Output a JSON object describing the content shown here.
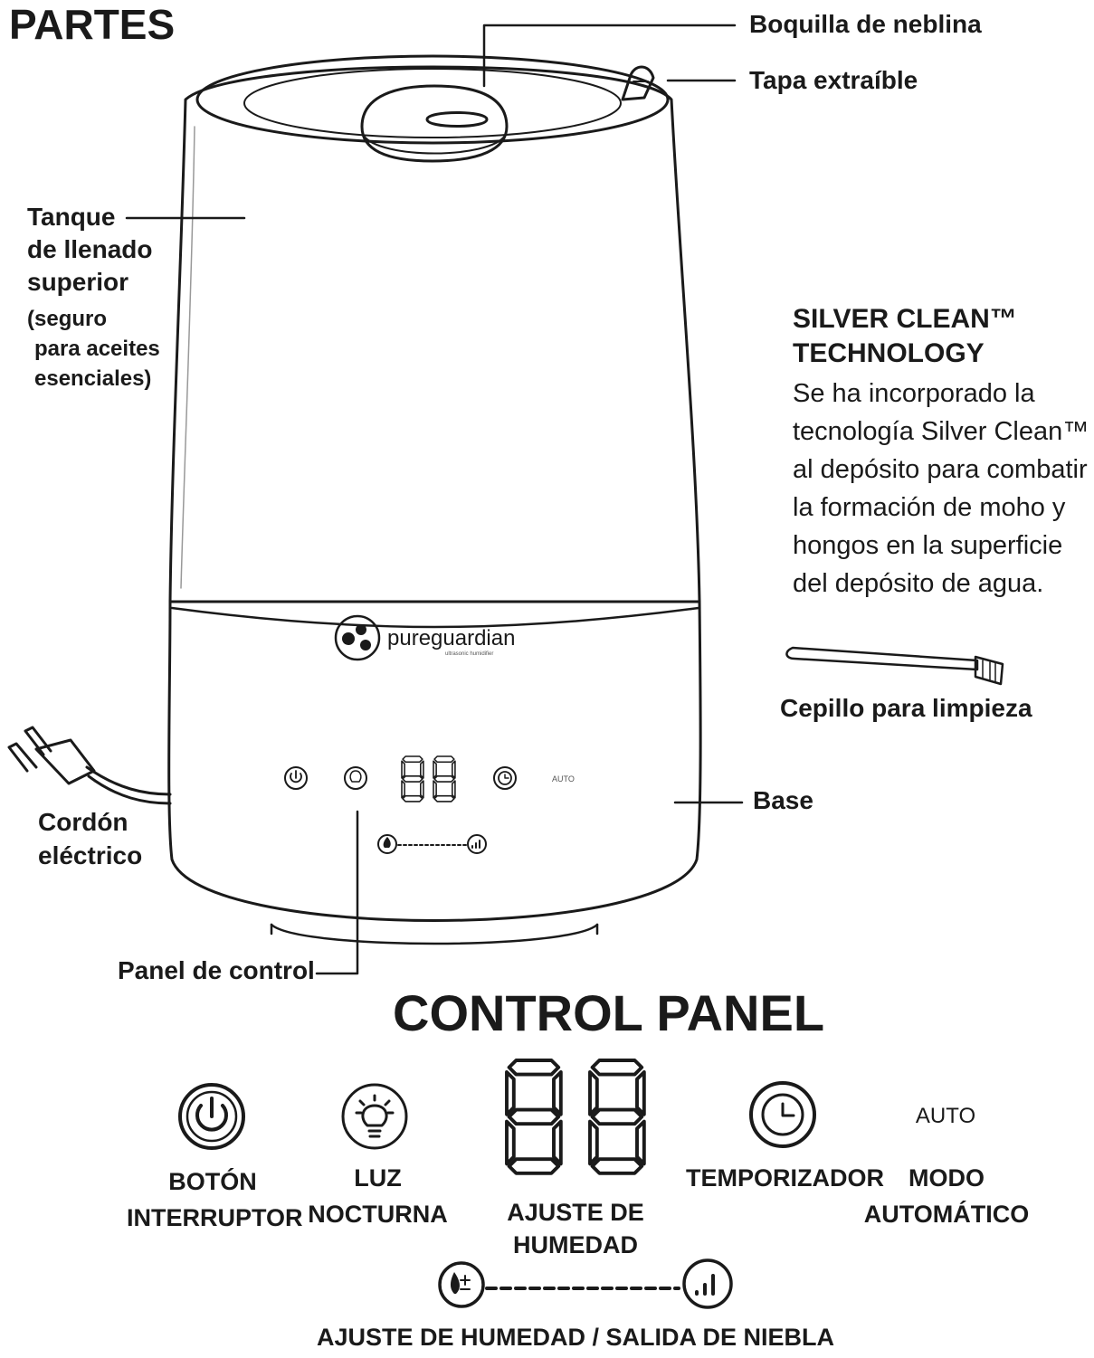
{
  "title": "PARTES",
  "parts": {
    "mist_nozzle": "Boquilla de neblina",
    "removable_lid": "Tapa extraíble",
    "tank_lines": [
      "Tanque",
      "de llenado",
      "superior"
    ],
    "tank_note_lines": [
      "(seguro",
      "para aceites",
      "esenciales)"
    ],
    "power_cord_lines": [
      "Cordón",
      "eléctrico"
    ],
    "control_panel": "Panel de control",
    "base": "Base",
    "brush": "Cepillo para limpieza"
  },
  "silver_clean": {
    "title_lines": [
      "SILVER CLEAN™",
      "TECHNOLOGY"
    ],
    "body_lines": [
      "Se ha incorporado la",
      "tecnología Silver Clean™",
      "al depósito para combatir",
      "la formación de moho y",
      "hongos en la superficie",
      "del depósito de agua."
    ]
  },
  "device": {
    "brand": "pureguardian",
    "brand_tagline": "ultrasonic humidifier",
    "small_auto": "AUTO"
  },
  "control_panel": {
    "title": "CONTROL PANEL",
    "power_lines": [
      "BOTÓN",
      "INTERRUPTOR"
    ],
    "night_light_lines": [
      "LUZ",
      "NOCTURNA"
    ],
    "humidity_lines": [
      "AJUSTE DE",
      "HUMEDAD"
    ],
    "timer": "TEMPORIZADOR",
    "auto_mode_lines": [
      "MODO",
      "AUTOMÁTICO"
    ],
    "auto_indicator": "AUTO",
    "mist_output": "AJUSTE DE HUMEDAD / SALIDA DE NIEBLA"
  },
  "icons": [
    "power-icon",
    "lightbulb-icon",
    "seven-segment-display",
    "clock-icon",
    "water-drop-icon",
    "signal-bars-icon",
    "brush-icon",
    "plug-icon"
  ],
  "colors": {
    "ink": "#1a1a1a",
    "background": "#ffffff"
  }
}
